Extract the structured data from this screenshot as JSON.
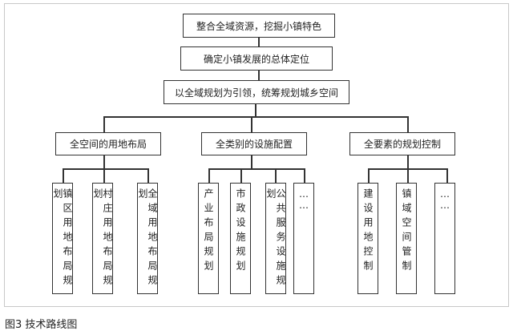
{
  "level1": "整合全域资源，挖掘小镇特色",
  "level2": "确定小镇发展的总体定位",
  "level3": "以全域规划为引领，统筹规划城乡空间",
  "branches": [
    {
      "label": "全空间的用地布局",
      "leaves": [
        "镇区用地布局规划",
        "村庄用地布局规划",
        "全域用地布局规划"
      ]
    },
    {
      "label": "全类别的设施配置",
      "leaves": [
        "产业布局规划",
        "市政设施规划",
        "公共服务设施规划",
        "……"
      ]
    },
    {
      "label": "全要素的规划控制",
      "leaves": [
        "建设用地控制",
        "镇域空间管制",
        "……"
      ]
    }
  ],
  "caption": "图3  技术路线图"
}
